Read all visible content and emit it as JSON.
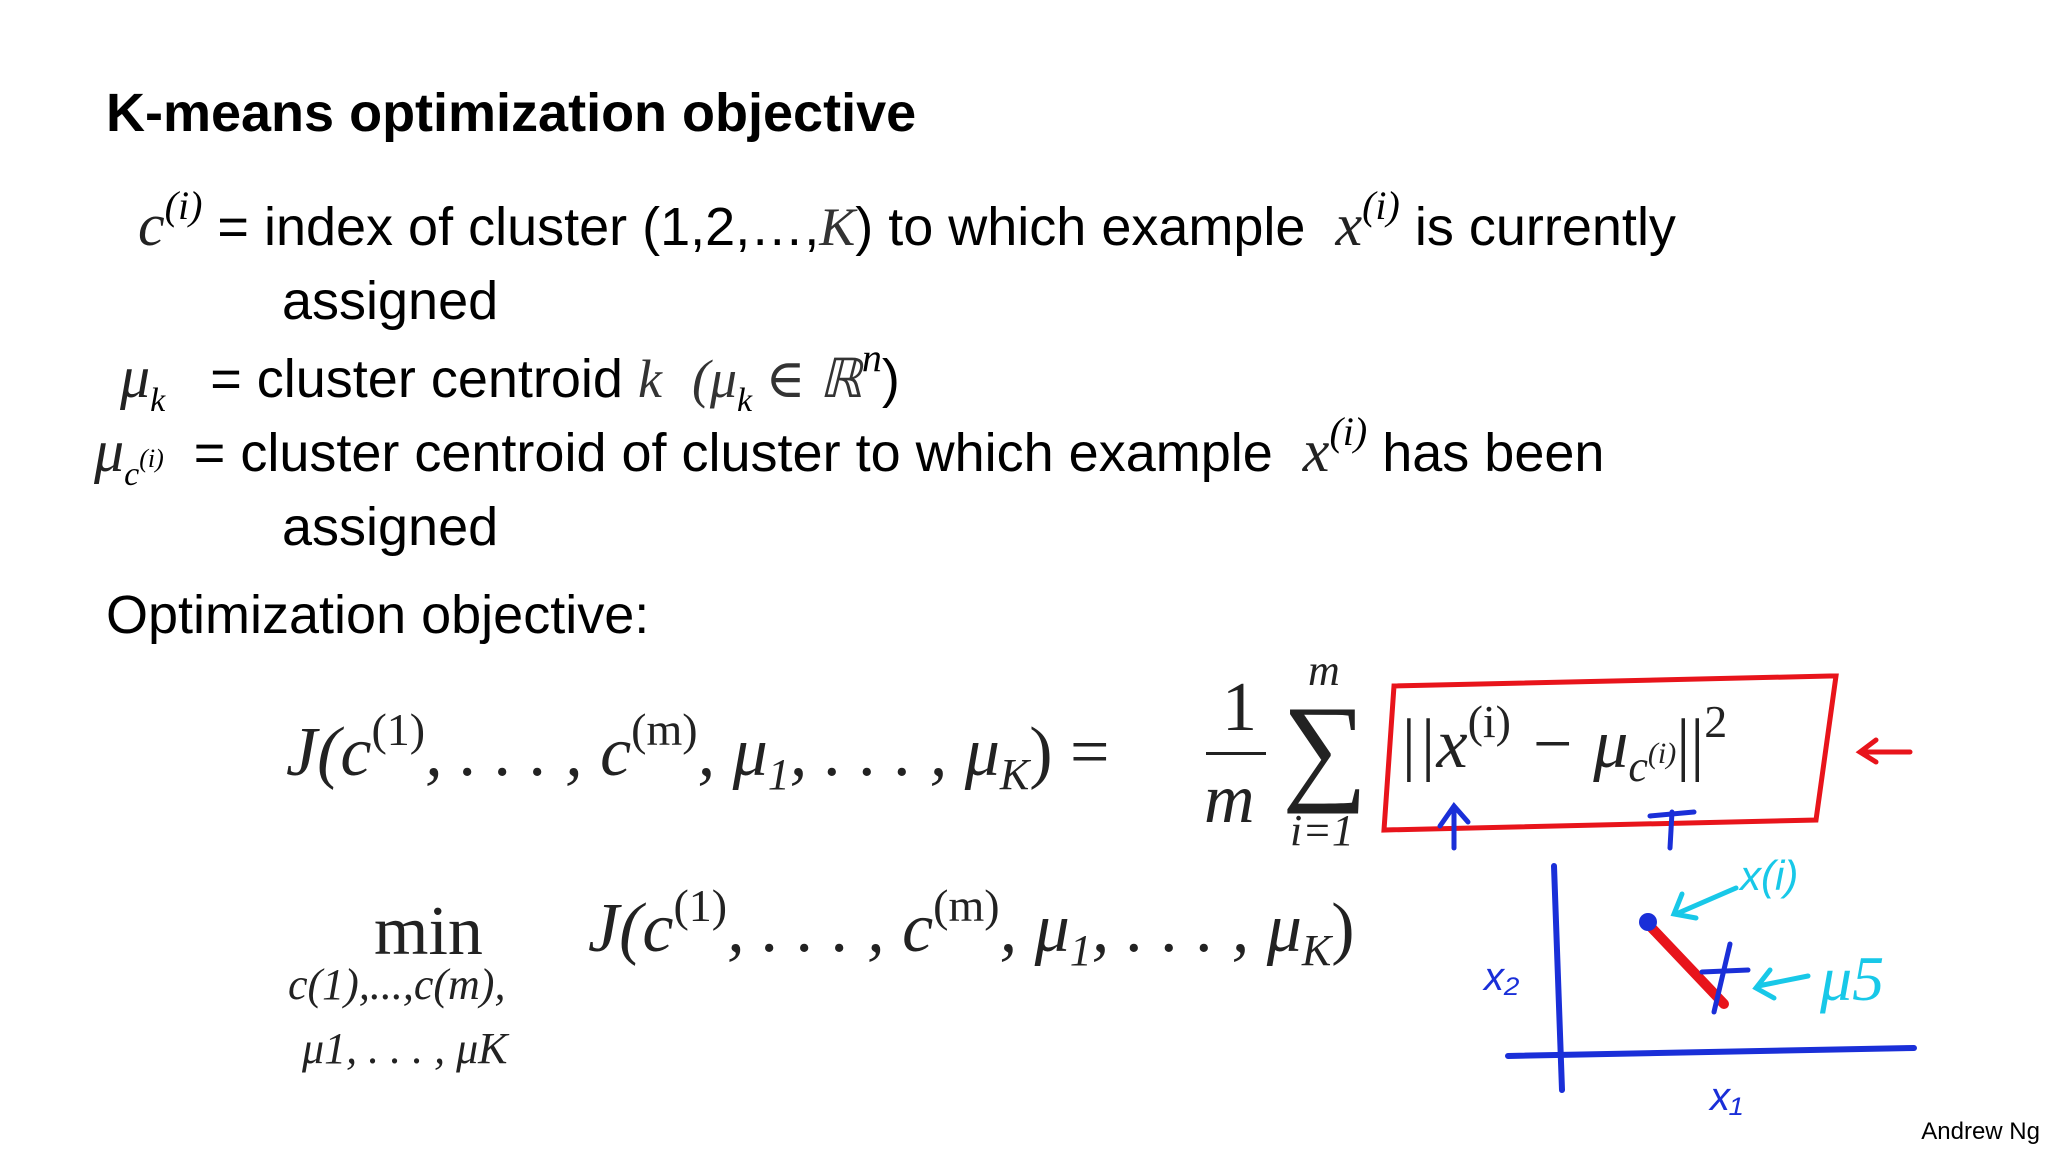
{
  "title": "K-means optimization objective",
  "definitions": [
    {
      "symbol": "c",
      "symbol_sup": "(i)",
      "text_before": "= index of cluster (1,2,…,",
      "inline_math": "K",
      "text_after": ") to which example",
      "var2": "x",
      "var2_sup": "(i)",
      "text_end": "is currently",
      "continuation": "assigned"
    },
    {
      "symbol": "μ",
      "symbol_sub": "k",
      "text_before": "= cluster centroid",
      "inline_math": "k",
      "paren_math": "(μ",
      "paren_sub": "k",
      "paren_rest": " ∈ ℝ",
      "paren_sup": "n",
      "paren_close": ")"
    },
    {
      "symbol": "μ",
      "symbol_sub": "c",
      "symbol_sub_sup": "(i)",
      "text_before": "= cluster centroid of cluster to which example",
      "var2": "x",
      "var2_sup": "(i)",
      "text_end": "has been",
      "continuation": "assigned"
    }
  ],
  "objective_heading": "Optimization objective:",
  "equation1": {
    "lhs": "J(c",
    "sup1": "(1)",
    "mid1": ", . . . , c",
    "sup2": "(m)",
    "mid2": ", μ",
    "sub1": "1",
    "mid3": ", . . . , μ",
    "sub2": "K",
    "close": ") =",
    "frac_num": "1",
    "frac_den": "m",
    "sum_top": "m",
    "sum_bottom": "i=1",
    "norm_open": "||x",
    "norm_sup": "(i)",
    "minus": " − μ",
    "norm_sub": "c",
    "norm_sub_sup": "(i)",
    "norm_close": "||",
    "power": "2"
  },
  "equation2": {
    "min": "min",
    "under1": "c(1),...,c(m),",
    "under2": "μ1, . . . , μK",
    "rhs": "J(c",
    "sup1": "(1)",
    "mid1": ", . . . , c",
    "sup2": "(m)",
    "mid2": ", μ",
    "sub1": "1",
    "mid3": ", . . . , μ",
    "sub2": "K",
    "close": ")"
  },
  "handwriting": {
    "x2_label": "x₂",
    "x1_label": "x₁",
    "xi_label": "x(i)",
    "mu_label": "μ5"
  },
  "colors": {
    "red": "#e8141b",
    "blue": "#1a2fd8",
    "cyan": "#18c8e8"
  },
  "credit": "Andrew Ng"
}
